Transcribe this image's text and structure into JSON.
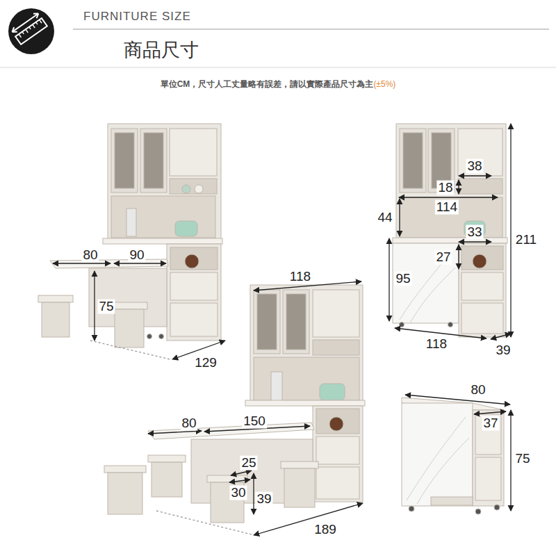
{
  "diagram": {
    "title": "商品尺寸",
    "labels": [
      "FURNITURE SIZE",
      "單位CM，尺寸人工丈量略有誤差，請以實際產品尺寸為主",
      "(±5%)",
      "80",
      "90",
      "75",
      "129",
      "38",
      "18",
      "114",
      "44",
      "33",
      "211",
      "27",
      "95",
      "118",
      "39",
      "118",
      "80",
      "150",
      "25",
      "30",
      "39",
      "189",
      "80",
      "37",
      "75"
    ]
  }
}
